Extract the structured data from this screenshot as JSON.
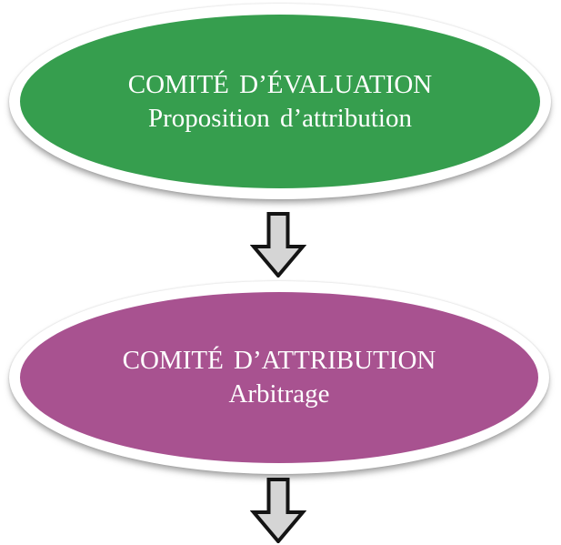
{
  "canvas": {
    "background": "#ffffff"
  },
  "nodes": [
    {
      "id": "comite-evaluation",
      "title": "COMITÉ D’ÉVALUATION",
      "subtitle": "Proposition d’attribution",
      "fill": "#369E4E",
      "text_color": "#ffffff",
      "border_color": "#ffffff"
    },
    {
      "id": "comite-attribution",
      "title": "COMITÉ D’ATTRIBUTION",
      "subtitle": "Arbitrage",
      "fill": "#A85290",
      "text_color": "#ffffff",
      "border_color": "#ffffff"
    }
  ],
  "arrows": [
    {
      "id": "arrow-1",
      "direction": "down",
      "fill": "#D5D5D5",
      "stroke": "#141414"
    },
    {
      "id": "arrow-2",
      "direction": "down",
      "fill": "#D5D5D5",
      "stroke": "#141414"
    }
  ]
}
